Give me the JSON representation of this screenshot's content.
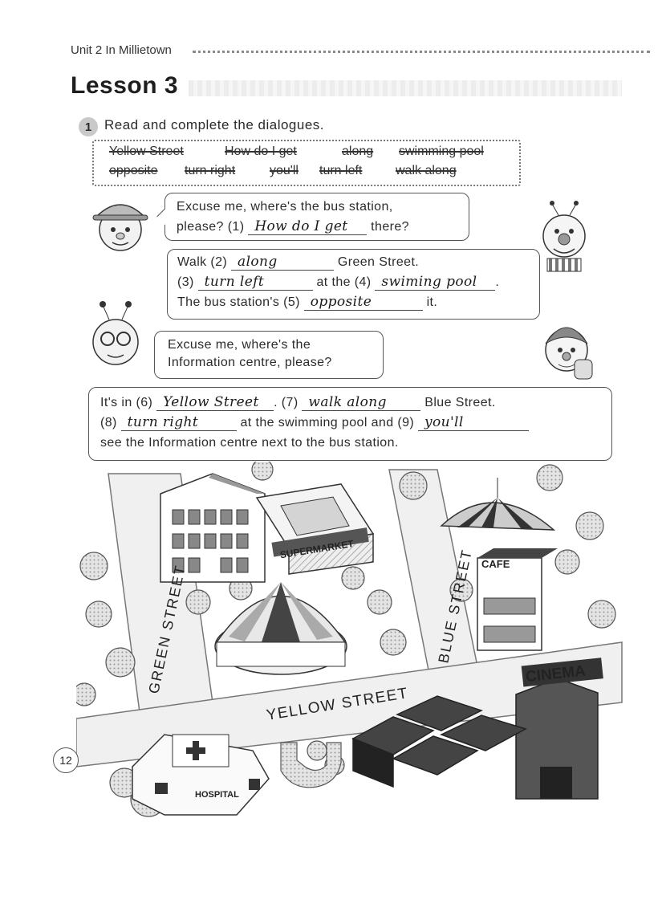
{
  "header": {
    "unit": "Unit 2  In Millietown"
  },
  "lesson": {
    "title": "Lesson 3"
  },
  "exercise": {
    "number": "1",
    "instruction": "Read and complete the dialogues."
  },
  "word_box": {
    "row1": [
      "Yellow Street",
      "How do I get",
      "along",
      "swimming pool"
    ],
    "row2": [
      "opposite",
      "turn right",
      "you'll",
      "turn left",
      "walk along"
    ]
  },
  "dialogue1": {
    "question": {
      "line1": "Excuse me, where's the bus station,",
      "line2_before": "please? (1)",
      "blank1": "How do I get",
      "line2_after": "there?"
    },
    "answer": {
      "l1_before": "Walk (2)",
      "blank2": "along",
      "l1_after": "Green Street.",
      "l2_num3": "(3)",
      "blank3": "turn left",
      "l2_mid": "at the (4)",
      "blank4": "swiming pool",
      "l2_end": ".",
      "l3_before": "The bus station's (5)",
      "blank5": "opposite",
      "l3_after": "it."
    }
  },
  "dialogue2": {
    "question": {
      "line1": "Excuse me, where's the",
      "line2": "Information centre, please?"
    },
    "answer": {
      "l1_before": "It's in (6)",
      "blank6": "Yellow Street",
      "l1_mid": ". (7)",
      "blank7": "walk along",
      "l1_after": "Blue Street.",
      "l2_num8": "(8)",
      "blank8": "turn right",
      "l2_mid": "at the swimming pool and (9)",
      "blank9": "you'll",
      "l3": "see the Information centre next to the bus station."
    }
  },
  "map": {
    "green_street": "GREEN STREET",
    "blue_street": "BLUE STREET",
    "yellow_street": "YELLOW STREET",
    "supermarket": "SUPERMARKET",
    "cinema": "CINEMA",
    "hospital": "HOSPITAL",
    "cafe": "CAFE"
  },
  "page": {
    "number": "12"
  }
}
